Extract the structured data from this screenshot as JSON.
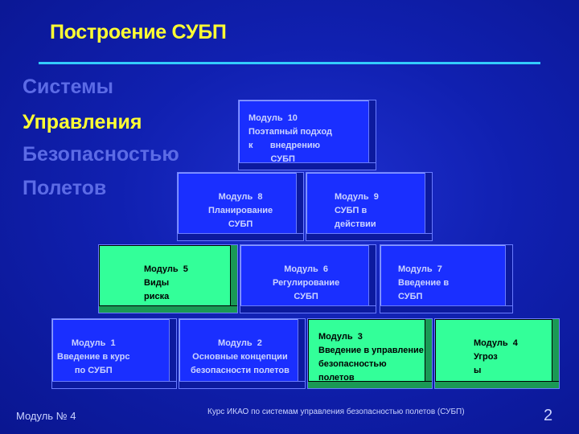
{
  "title": "Построение СУБП",
  "sms_words": [
    "Системы",
    "Управления",
    "Безопасностью",
    "Полетов"
  ],
  "active_word_index": 1,
  "modules": {
    "m10": "Модуль  10\nПоэтапный подход\nк       внедрению\n         СУБП",
    "m8": "Модуль  8\nПланирование\nСУБП",
    "m9": "Модуль  9\nСУБП в\nдействии",
    "m5": "Модуль  5\nВиды\nриска",
    "m6": "Модуль  6\nРегулирование\nСУБП",
    "m7": "Модуль  7\nВведение в\nСУБП",
    "m1": "Модуль  1\nВведение в курс\nпо СУБП",
    "m2": "Модуль  2\nОсновные концепции\nбезопасности полетов",
    "m3": "Модуль  3\nВведение в управление\nбезопасностью\nполетов",
    "m4": "Модуль  4\nУгроз\nы"
  },
  "footer": {
    "module_label": "Модуль № 4",
    "course": "Курс ИКАО по системам управления безопасностью полетов (СУБП)",
    "page": "2"
  },
  "colors": {
    "accent_yellow": "#ffff33",
    "rule_cyan": "#33ccff",
    "box_blue": "#1a2fff",
    "box_green": "#33ff99",
    "inactive_word": "#5c6be6"
  }
}
